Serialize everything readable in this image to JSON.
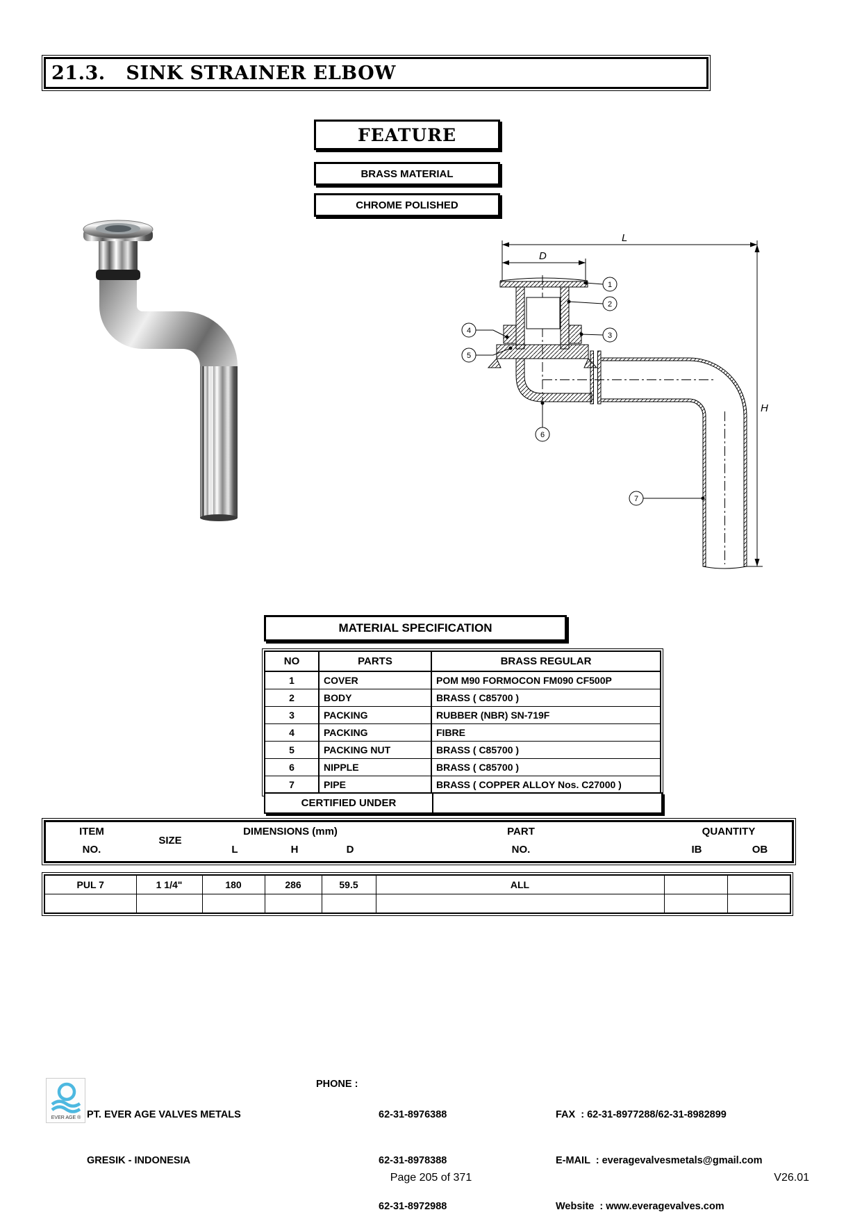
{
  "page": {
    "section_title": "21.3.   SINK STRAINER ELBOW",
    "page_number": "Page 205 of 371",
    "version": "V26.01"
  },
  "feature": {
    "title": "FEATURE",
    "material": "BRASS MATERIAL",
    "finish": "CHROME POLISHED"
  },
  "drawing": {
    "labels": {
      "l": "L",
      "d": "D",
      "h": "H"
    },
    "callouts": [
      "1",
      "2",
      "3",
      "4",
      "5",
      "6",
      "7"
    ]
  },
  "material_specification": {
    "title": "MATERIAL SPECIFICATION",
    "columns": {
      "no": "NO",
      "parts": "PARTS",
      "material": "BRASS REGULAR"
    },
    "rows": [
      {
        "no": "1",
        "part": "COVER",
        "material": "POM M90 FORMOCON FM090 CF500P"
      },
      {
        "no": "2",
        "part": "BODY",
        "material": "BRASS ( C85700 )"
      },
      {
        "no": "3",
        "part": "PACKING",
        "material": "RUBBER (NBR) SN-719F"
      },
      {
        "no": "4",
        "part": "PACKING",
        "material": "FIBRE"
      },
      {
        "no": "5",
        "part": "PACKING NUT",
        "material": "BRASS ( C85700 )"
      },
      {
        "no": "6",
        "part": "NIPPLE",
        "material": "BRASS ( C85700 )"
      },
      {
        "no": "7",
        "part": "PIPE",
        "material": "BRASS ( COPPER ALLOY Nos. C27000 )"
      }
    ],
    "certified_under": "CERTIFIED UNDER"
  },
  "size_table": {
    "headers": {
      "item": "ITEM",
      "item_no": "NO.",
      "size": "SIZE",
      "dimensions": "DIMENSIONS (mm)",
      "l": "L",
      "h": "H",
      "d": "D",
      "part": "PART",
      "part_no": "NO.",
      "quantity": "QUANTITY",
      "ib": "IB",
      "ob": "OB"
    },
    "rows": [
      {
        "item_no": "PUL 7",
        "size": "1 1/4\"",
        "l": "180",
        "h": "286",
        "d": "59.5",
        "part_no": "ALL",
        "ib": " ",
        "ob": " "
      },
      {
        "item_no": " ",
        "size": " ",
        "l": " ",
        "h": " ",
        "d": " ",
        "part_no": " ",
        "ib": " ",
        "ob": " "
      }
    ]
  },
  "footer": {
    "logo_text": "EVER AGE ®",
    "company_line1": "PT. EVER AGE VALVES METALS",
    "company_line2": "GRESIK - INDONESIA",
    "phone_label": "PHONE :",
    "phone_numbers": [
      "62-31-8976388",
      "62-31-8978388",
      "62-31-8972988"
    ],
    "fax": "FAX  : 62-31-8977288/62-31-8982899",
    "email": "E-MAIL  : everagevalvesmetals@gmail.com",
    "website": "Website  : www.everagevalves.com"
  },
  "colors": {
    "logo_blue": "#4db8e0",
    "ink": "#000000"
  }
}
